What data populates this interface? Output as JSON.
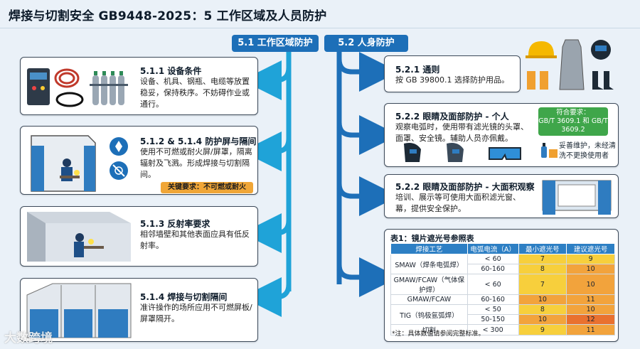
{
  "page_title": "焊接与切割安全 GB9448-2025：5 工作区域及人员防护",
  "headers": {
    "work_area": "5.1 工作区域防护",
    "personal": "5.2 人身防护"
  },
  "left_sections": [
    {
      "title": "5.1.1 设备条件",
      "text": "设备、机具、钢瓶、电缆等放置稳妥，保持秩序。不妨碍作业或通行。"
    },
    {
      "title": "5.1.2 & 5.1.4 防护屏与隔间",
      "text": "使用不可燃或耐火屏/屏罩，隔离辐射及飞溅。形成焊接与切割隔间。",
      "key_label": "关键要求：不可燃或耐火"
    },
    {
      "title": "5.1.3 反射率要求",
      "text": "相邻墙壁和其他表面应具有低反射率。"
    },
    {
      "title": "5.1.4 焊接与切割隔间",
      "text": "准许操作的场所应用不可燃屏板/屏罩隔开。"
    }
  ],
  "right_sections": [
    {
      "title": "5.2.1 通则",
      "text": "按 GB 39800.1 选择防护用品。"
    },
    {
      "title": "5.2.2 眼睛及面部防护 - 个人",
      "text": "观察电弧时，使用带有滤光镜的头罩、面罩、安全镜。辅助人员亦佩戴。",
      "compliance_label": "符合要求：",
      "compliance_value": "GB/T 3609.1 和 GB/T 3609.2",
      "care_note": "妥善维护，未经清洗不更换使用者"
    },
    {
      "title": "5.2.2 眼睛及面部防护 - 大面积观察",
      "text": "培训、展示等可使用大面积滤光窗、幕，提供安全保护。"
    }
  ],
  "table": {
    "title": "表1：镜片遮光号参照表",
    "columns": [
      "焊接工艺",
      "电弧电流（A）",
      "最小遮光号",
      "建议遮光号"
    ],
    "rows": [
      {
        "process": "SMAW（焊条电弧焊）",
        "current": "< 60",
        "min": "7",
        "rec": "9"
      },
      {
        "process": "",
        "current": "60-160",
        "min": "8",
        "rec": "10"
      },
      {
        "process": "GMAW/FCAW（气体保护焊）",
        "current": "< 60",
        "min": "7",
        "rec": "10"
      },
      {
        "process": "GMAW/FCAW",
        "current": "60-160",
        "min": "10",
        "rec": "11"
      },
      {
        "process": "TIG（钨极氩弧焊）",
        "current": "< 50",
        "min": "8",
        "rec": "10"
      },
      {
        "process": "",
        "current": "50-150",
        "min": "10",
        "rec": "12"
      },
      {
        "process": "切割",
        "current": "< 300",
        "min": "9",
        "rec": "11"
      }
    ],
    "note": "*注：具体数值请参阅完整标准。",
    "shade_colors": {
      "yellow": "#f7cf3c",
      "orange": "#f2a33c",
      "red": "#e9712f"
    }
  },
  "watermark": "大数跨境",
  "colors": {
    "primary_blue": "#1d6fb8",
    "arrow_cyan": "#1fa3d8",
    "card_border": "#3d4a5a",
    "key_orange": "#f0a637",
    "compliance_green": "#3fa64a"
  }
}
